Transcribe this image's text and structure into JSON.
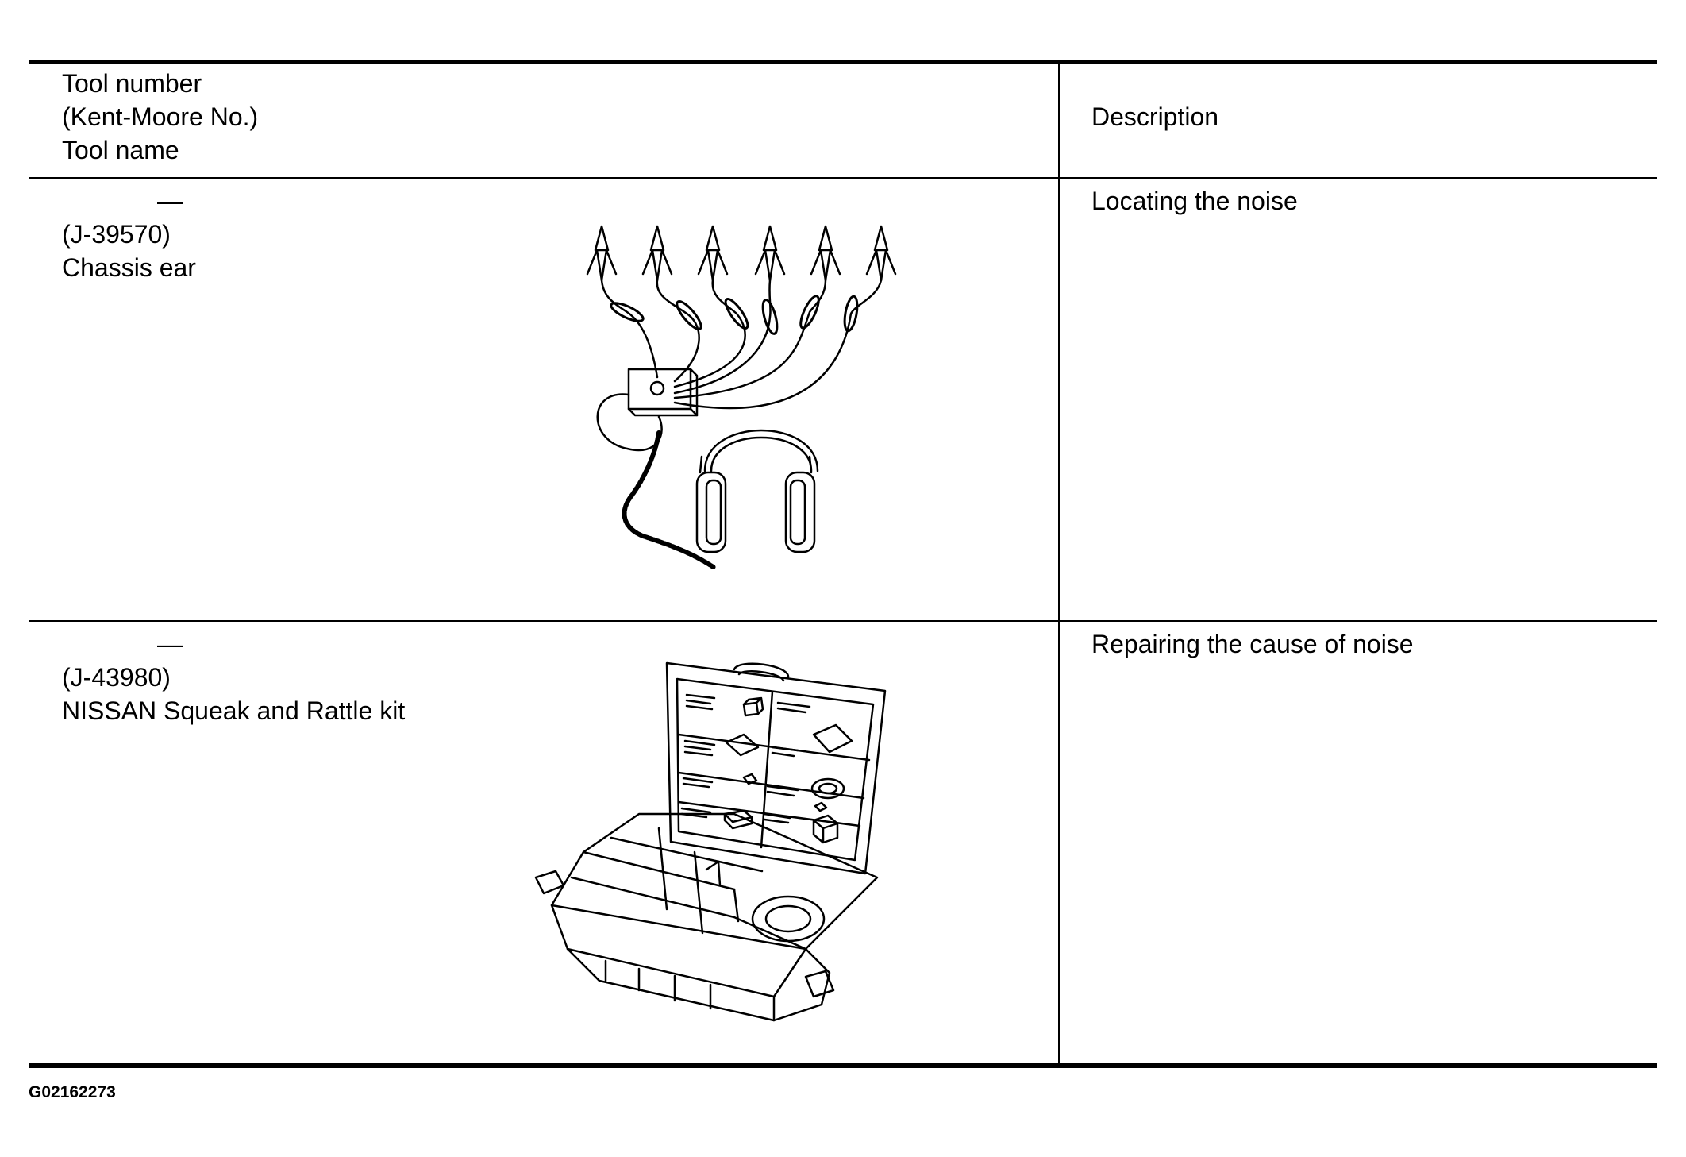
{
  "table": {
    "header": {
      "tool_col": [
        "Tool number",
        "(Kent-Moore No.)",
        "Tool name"
      ],
      "description_col": "Description"
    },
    "rows": [
      {
        "tool_number": "—",
        "kent_moore": "(J-39570)",
        "tool_name": "Chassis ear",
        "description": "Locating the noise"
      },
      {
        "tool_number": "—",
        "kent_moore": "(J-43980)",
        "tool_name": "NISSAN Squeak and Rattle kit",
        "description": "Repairing the cause of noise"
      }
    ]
  },
  "figure_code": "G02162273"
}
